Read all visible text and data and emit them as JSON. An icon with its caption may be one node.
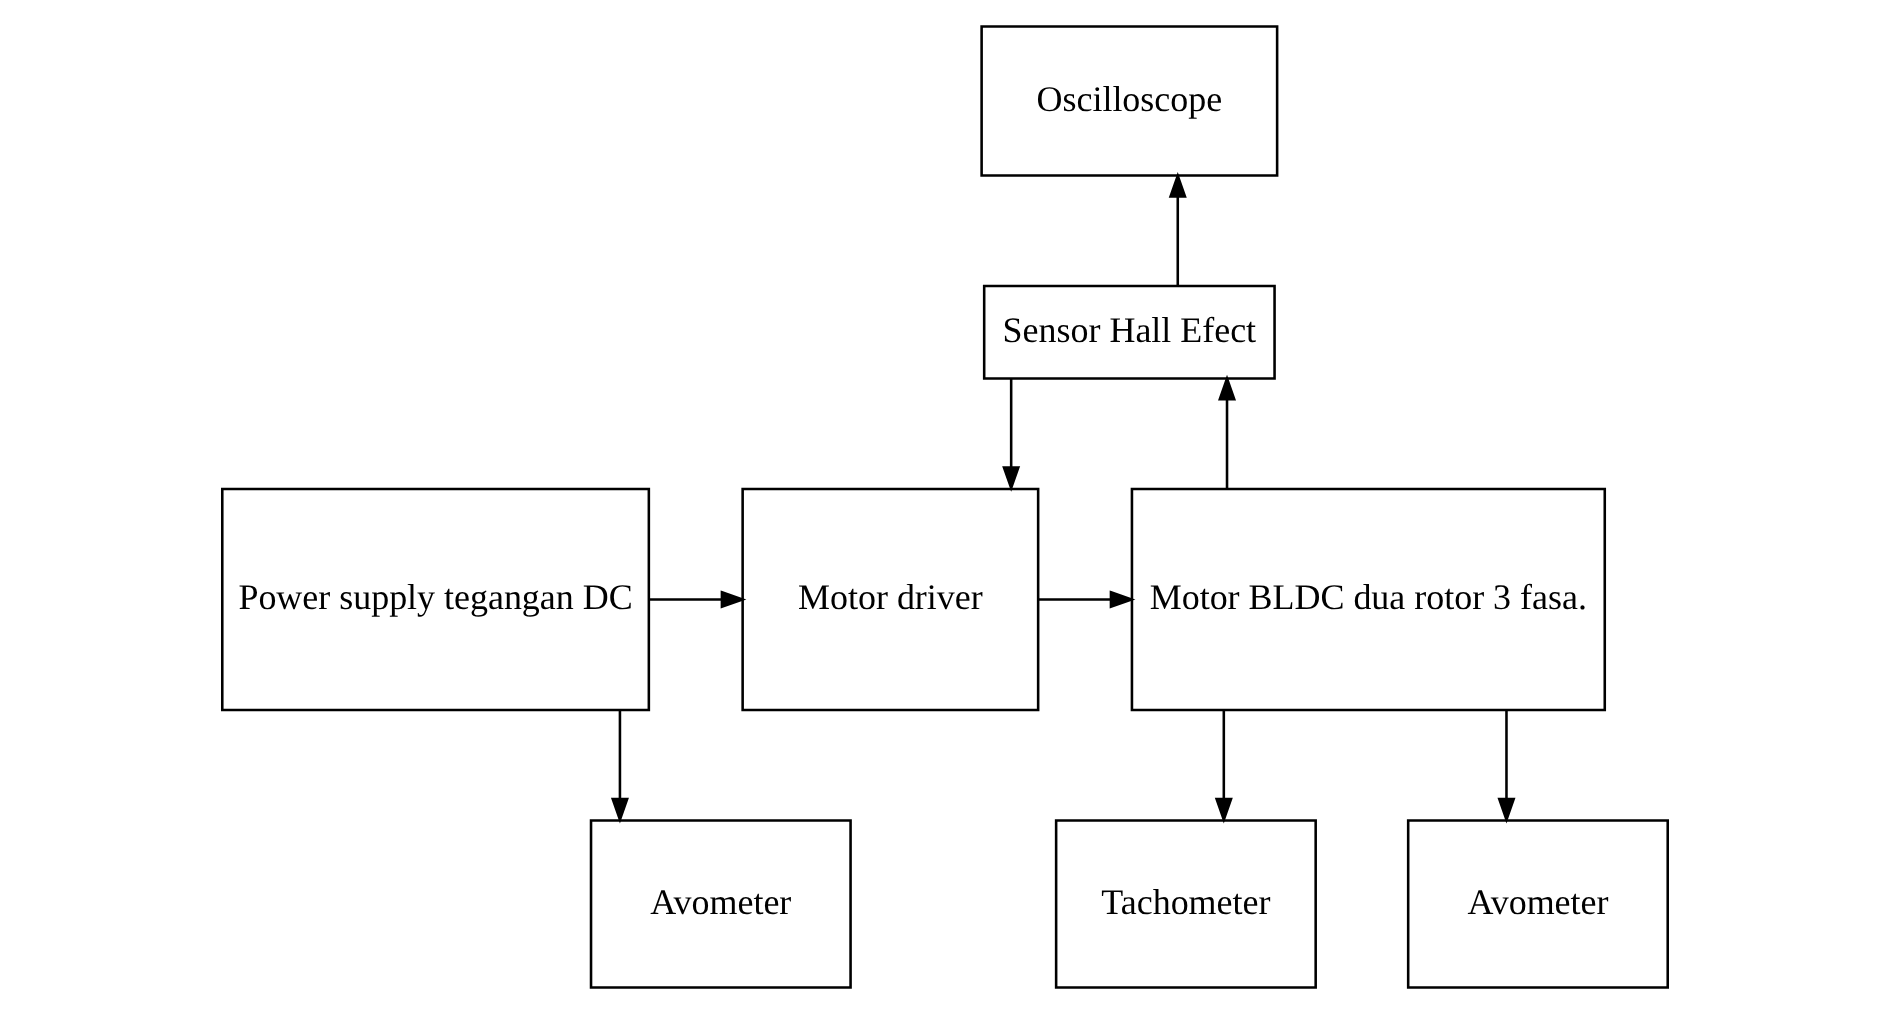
{
  "diagram": {
    "nodes": [
      {
        "text": [
          "Power supply tegangan DC"
        ]
      },
      {
        "text": [
          "Motor driver"
        ]
      },
      {
        "text": [
          "Oscilloscope"
        ]
      },
      {
        "text": [
          "Sensor Hall Efect"
        ]
      },
      {
        "text": [
          "Motor BLDC dua rotor 3 fasa."
        ]
      },
      {
        "text": [
          "Avometer"
        ]
      },
      {
        "text": [
          "Tachometer"
        ]
      },
      {
        "text": [
          "Avometer"
        ]
      }
    ],
    "edges": [
      {
        "from": 0,
        "to": 1,
        "arrow": "to"
      },
      {
        "from": 0,
        "to": 5,
        "arrow": "to"
      },
      {
        "from": 1,
        "to": 4,
        "arrow": "to"
      },
      {
        "from": 4,
        "to": 3,
        "arrow": "to"
      },
      {
        "from": 3,
        "to": 2,
        "arrow": "to"
      },
      {
        "from": 3,
        "to": 1,
        "arrow": "to"
      },
      {
        "from": 4,
        "to": 6,
        "arrow": "to"
      },
      {
        "from": 4,
        "to": 7,
        "arrow": "to"
      }
    ]
  }
}
